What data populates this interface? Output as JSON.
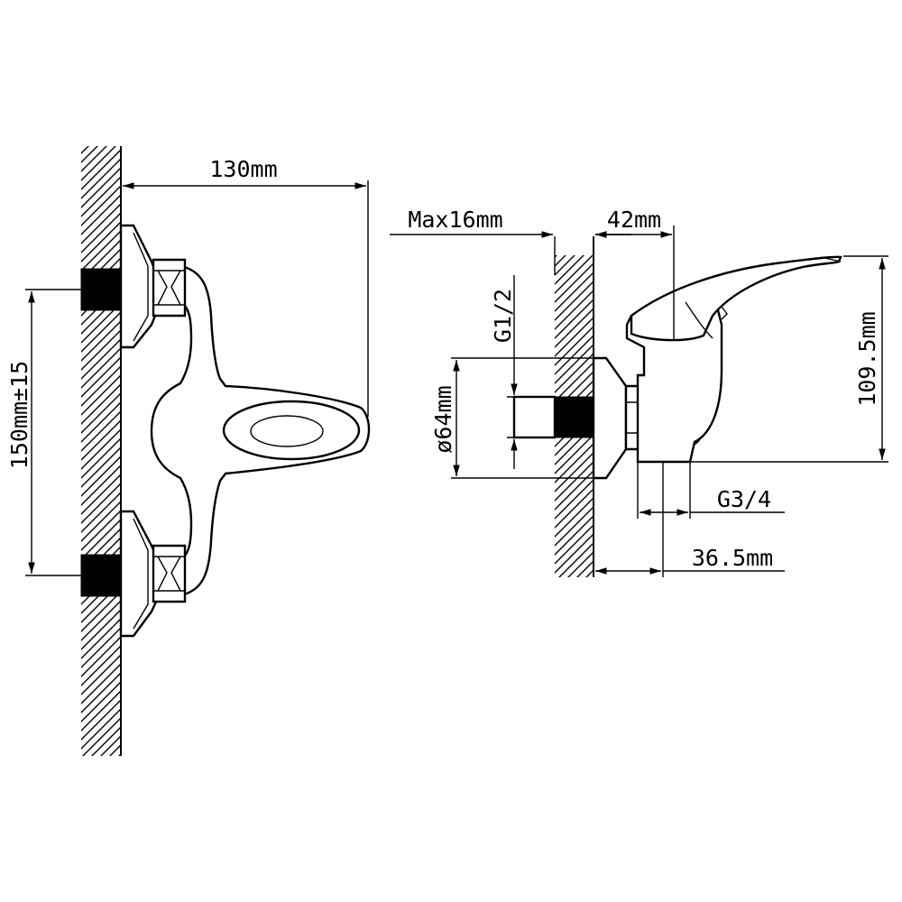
{
  "dimensions": {
    "front_width": "130mm",
    "center_distance": "150mm±15",
    "max_wall": "Max16mm",
    "depth_42": "42mm",
    "thread_g12": "G1/2",
    "flange_dia": "ø64mm",
    "height": "109.5mm",
    "thread_g34": "G3/4",
    "offset_36": "36.5mm"
  },
  "colors": {
    "line": "#000000",
    "background": "#ffffff",
    "wall_fill": "#000000"
  }
}
